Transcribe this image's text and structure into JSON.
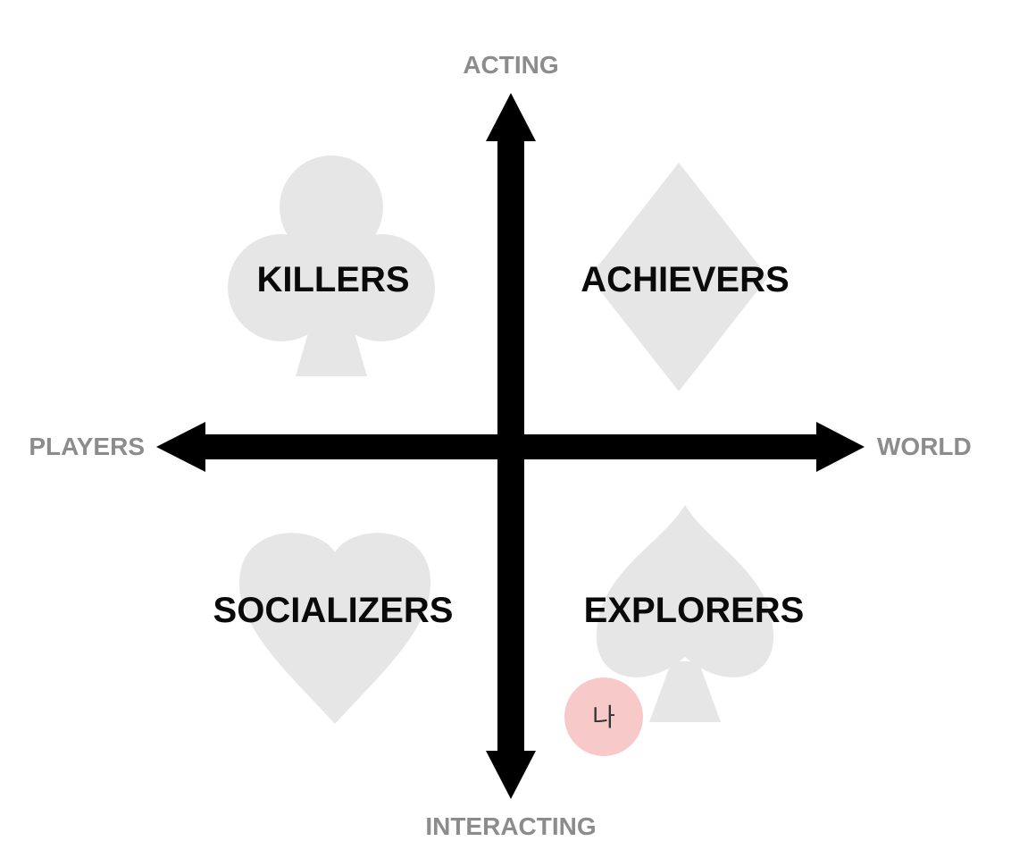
{
  "axes": {
    "top": "ACTING",
    "bottom": "INTERACTING",
    "left": "PLAYERS",
    "right": "WORLD"
  },
  "quadrants": {
    "top_left": {
      "label": "KILLERS",
      "suit_icon": "club-icon"
    },
    "top_right": {
      "label": "ACHIEVERS",
      "suit_icon": "diamond-icon"
    },
    "bottom_left": {
      "label": "SOCIALIZERS",
      "suit_icon": "heart-icon"
    },
    "bottom_right": {
      "label": "EXPLORERS",
      "suit_icon": "spade-icon"
    }
  },
  "marker": {
    "text": "나"
  },
  "colors": {
    "suit": "#e6e6e6",
    "axis_label": "#8c8c8c",
    "arrow": "#000000",
    "marker": "#f8c9c9"
  }
}
